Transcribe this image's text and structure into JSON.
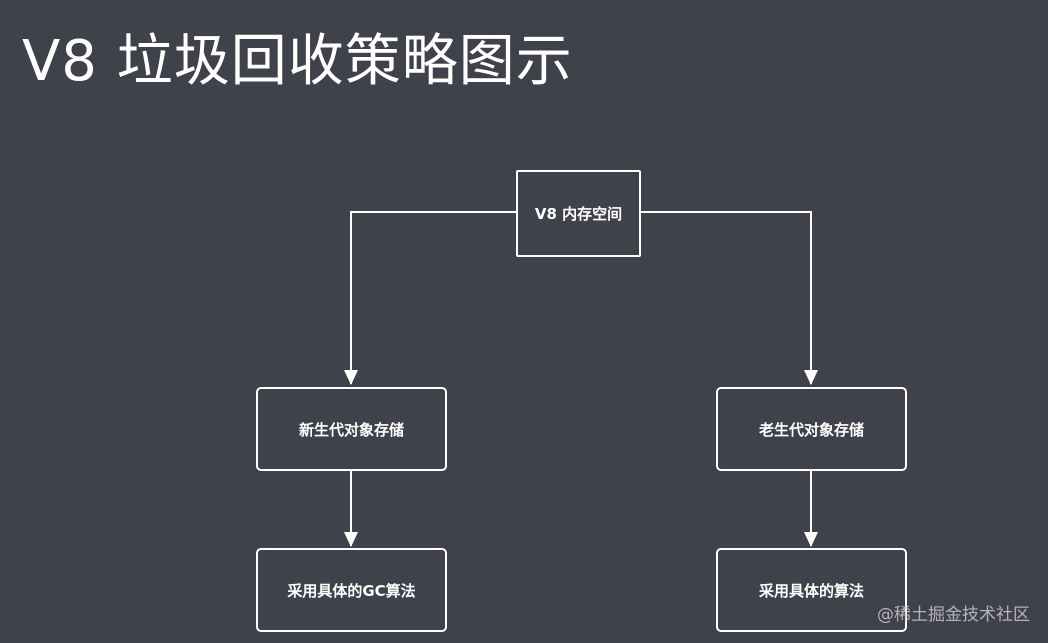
{
  "title": "V8 垃圾回收策略图示",
  "nodes": {
    "root": "V8 内存空间",
    "young": "新生代对象存储",
    "old": "老生代对象存储",
    "young_algo": "采用具体的GC算法",
    "old_algo": "采用具体的算法"
  },
  "watermark": "@稀土掘金技术社区",
  "colors": {
    "background": "#3f414b",
    "foreground": "#ffffff"
  }
}
